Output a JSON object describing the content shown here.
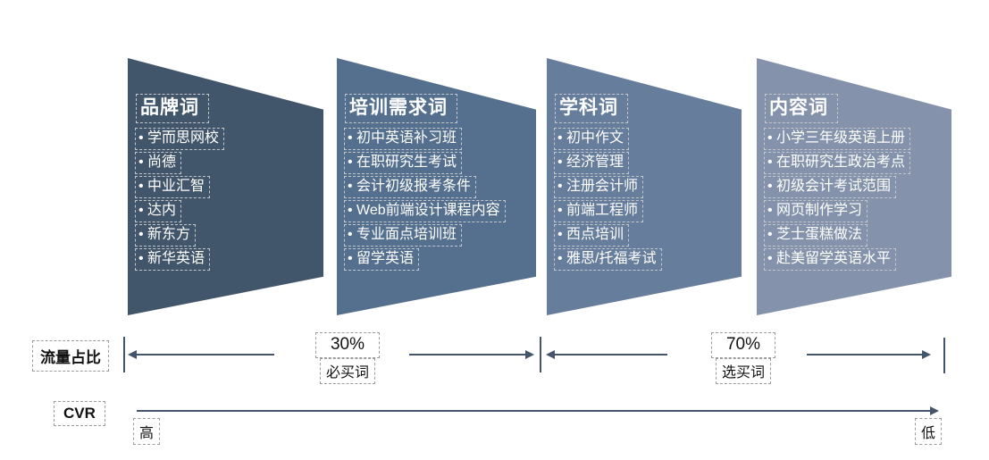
{
  "stages": [
    {
      "title": "品牌词",
      "color": "#42566B",
      "items": [
        "学而思网校",
        "尚德",
        "中业汇智",
        "达内",
        "新东方",
        "新华英语"
      ]
    },
    {
      "title": "培训需求词",
      "color": "#54708E",
      "items": [
        "初中英语补习班",
        "在职研究生考试",
        "会计初级报考条件",
        "Web前端设计课程内容",
        "专业面点培训班",
        "留学英语"
      ]
    },
    {
      "title": "学科词",
      "color": "#667D9C",
      "items": [
        "初中作文",
        "经济管理",
        "注册会计师",
        "前端工程师",
        "西点培训",
        "雅思/托福考试"
      ]
    },
    {
      "title": "内容词",
      "color": "#8493AB",
      "items": [
        "小学三年级英语上册",
        "在职研究生政治考点",
        "初级会计考试范围",
        "网页制作学习",
        "芝士蛋糕做法",
        "赴美留学英语水平"
      ]
    }
  ],
  "traffic_row": {
    "label": "流量占比",
    "seg1_percent": "30%",
    "seg1_tag": "必买词",
    "seg2_percent": "70%",
    "seg2_tag": "选买词"
  },
  "cvr_row": {
    "label": "CVR",
    "left_end": "高",
    "right_end": "低"
  },
  "colors": {
    "stage1": "#42566B",
    "stage2": "#54708E",
    "stage3": "#667D9C",
    "stage4": "#8493AB",
    "arrow": "#44546A"
  }
}
